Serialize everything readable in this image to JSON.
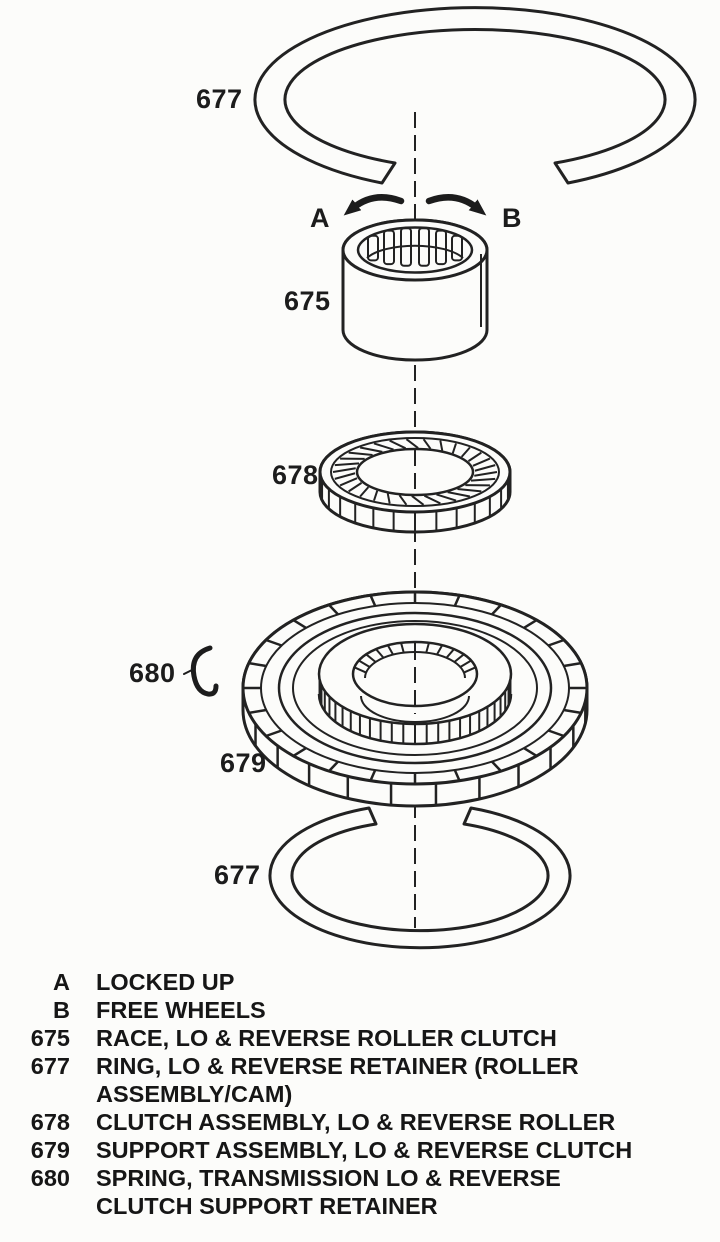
{
  "page": {
    "bg": "#fcfcfa",
    "ink": "#1c1c1c"
  },
  "callouts": {
    "ring_top": "677",
    "arrow_locked": "A",
    "arrow_free": "B",
    "race": "675",
    "clutch": "678",
    "spring": "680",
    "support": "679",
    "ring_bottom": "677"
  },
  "legend": {
    "items": [
      {
        "key": "A",
        "lines": [
          "LOCKED UP"
        ]
      },
      {
        "key": "B",
        "lines": [
          "FREE WHEELS"
        ]
      },
      {
        "key": "675",
        "lines": [
          "RACE, LO & REVERSE ROLLER CLUTCH"
        ]
      },
      {
        "key": "677",
        "lines": [
          "RING, LO & REVERSE RETAINER (ROLLER",
          "ASSEMBLY/CAM)"
        ]
      },
      {
        "key": "678",
        "lines": [
          "CLUTCH ASSEMBLY, LO & REVERSE ROLLER"
        ]
      },
      {
        "key": "679",
        "lines": [
          "SUPPORT ASSEMBLY, LO & REVERSE CLUTCH"
        ]
      },
      {
        "key": "680",
        "lines": [
          "SPRING, TRANSMISSION LO & REVERSE",
          "CLUTCH SUPPORT RETAINER"
        ]
      }
    ]
  }
}
